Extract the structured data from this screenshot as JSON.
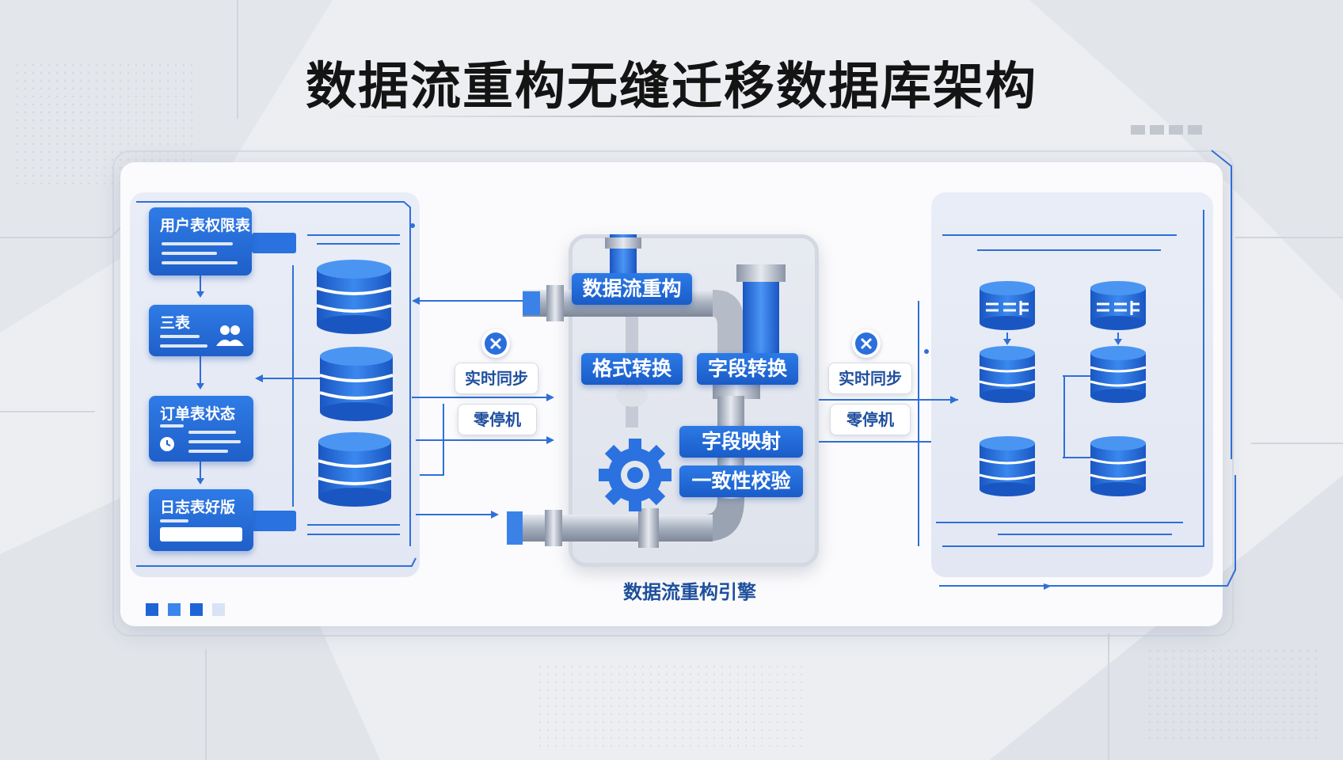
{
  "title": "数据流重构无缝迁移数据库架构",
  "source_tables": [
    {
      "label": "用户表权限表"
    },
    {
      "label": "三表"
    },
    {
      "label": "订单表状态"
    },
    {
      "label": "日志表好版"
    }
  ],
  "sync_left": {
    "realtime": "实时同步",
    "zero_downtime": "零停机"
  },
  "sync_right": {
    "realtime": "实时同步",
    "zero_downtime": "零停机"
  },
  "engine": {
    "top_label": "数据流重构",
    "format_label": "格式转换",
    "field_label": "字段转换",
    "mapping_label": "字段映射",
    "consistency_label": "一致性校验",
    "caption": "数据流重构引擎"
  },
  "colors": {
    "accent": "#1f64d6",
    "accent_light": "#3b86ee",
    "chip_text": "#1f4f9e"
  },
  "icons": [
    "close-icon",
    "database-icon",
    "gear-icon",
    "user-group-icon",
    "clock-icon",
    "pipe-icon"
  ]
}
